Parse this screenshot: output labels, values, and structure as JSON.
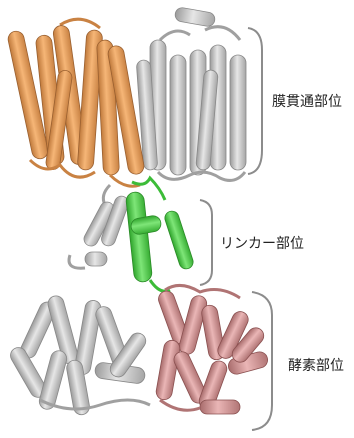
{
  "labels": {
    "membrane": "膜貫通部位",
    "linker": "リンカー部位",
    "enzyme": "酵素部位"
  },
  "colors": {
    "membrane_chain_a": "#f2a765",
    "membrane_chain_b": "#c9c9c9",
    "linker_highlight": "#5fd35a",
    "linker_other": "#c9c9c9",
    "enzyme_highlight": "#d9a0a0",
    "enzyme_other": "#c9c9c9",
    "bracket": "#8c8c8c"
  }
}
